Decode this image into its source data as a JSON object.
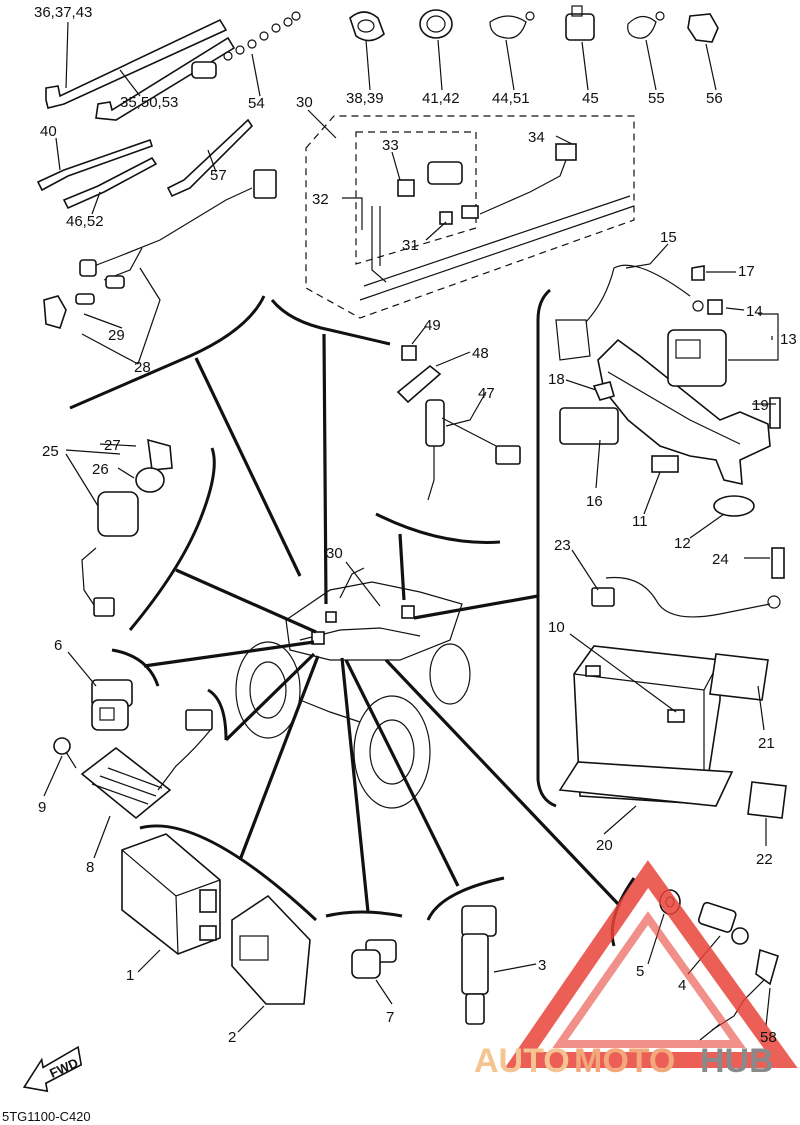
{
  "diagram_code": "5TG1100-C420",
  "fwd_label": "FWD",
  "callouts": [
    {
      "id": "c-36-37-43",
      "text": "36,37,43"
    },
    {
      "id": "c-35-50-53",
      "text": "35,50,53"
    },
    {
      "id": "c-54",
      "text": "54"
    },
    {
      "id": "c-38-39",
      "text": "38,39"
    },
    {
      "id": "c-41-42",
      "text": "41,42"
    },
    {
      "id": "c-44-51",
      "text": "44,51"
    },
    {
      "id": "c-45",
      "text": "45"
    },
    {
      "id": "c-55",
      "text": "55"
    },
    {
      "id": "c-56",
      "text": "56"
    },
    {
      "id": "c-30a",
      "text": "30"
    },
    {
      "id": "c-40",
      "text": "40"
    },
    {
      "id": "c-33",
      "text": "33"
    },
    {
      "id": "c-34",
      "text": "34"
    },
    {
      "id": "c-32",
      "text": "32"
    },
    {
      "id": "c-57",
      "text": "57"
    },
    {
      "id": "c-46-52",
      "text": "46,52"
    },
    {
      "id": "c-31",
      "text": "31"
    },
    {
      "id": "c-15",
      "text": "15"
    },
    {
      "id": "c-17",
      "text": "17"
    },
    {
      "id": "c-14",
      "text": "14"
    },
    {
      "id": "c-13",
      "text": "13"
    },
    {
      "id": "c-29",
      "text": "29"
    },
    {
      "id": "c-28",
      "text": "28"
    },
    {
      "id": "c-49",
      "text": "49"
    },
    {
      "id": "c-48",
      "text": "48"
    },
    {
      "id": "c-47",
      "text": "47"
    },
    {
      "id": "c-18",
      "text": "18"
    },
    {
      "id": "c-19",
      "text": "19"
    },
    {
      "id": "c-27",
      "text": "27"
    },
    {
      "id": "c-25",
      "text": "25"
    },
    {
      "id": "c-26",
      "text": "26"
    },
    {
      "id": "c-16",
      "text": "16"
    },
    {
      "id": "c-11",
      "text": "11"
    },
    {
      "id": "c-12",
      "text": "12"
    },
    {
      "id": "c-23",
      "text": "23"
    },
    {
      "id": "c-24",
      "text": "24"
    },
    {
      "id": "c-30b",
      "text": "30"
    },
    {
      "id": "c-10",
      "text": "10"
    },
    {
      "id": "c-6",
      "text": "6"
    },
    {
      "id": "c-21",
      "text": "21"
    },
    {
      "id": "c-9",
      "text": "9"
    },
    {
      "id": "c-8",
      "text": "8"
    },
    {
      "id": "c-20",
      "text": "20"
    },
    {
      "id": "c-22",
      "text": "22"
    },
    {
      "id": "c-3",
      "text": "3"
    },
    {
      "id": "c-1",
      "text": "1"
    },
    {
      "id": "c-5",
      "text": "5"
    },
    {
      "id": "c-4",
      "text": "4"
    },
    {
      "id": "c-2",
      "text": "2"
    },
    {
      "id": "c-7",
      "text": "7"
    },
    {
      "id": "c-58",
      "text": "58"
    }
  ],
  "watermark": {
    "part1": "AUTO",
    "part2": "MOTO",
    "part3": "HUB",
    "color_auto": "#f5c490",
    "color_moto": "#f3a77a",
    "color_hub": "#8a8a8a",
    "triangle_color": "#e8443a"
  }
}
